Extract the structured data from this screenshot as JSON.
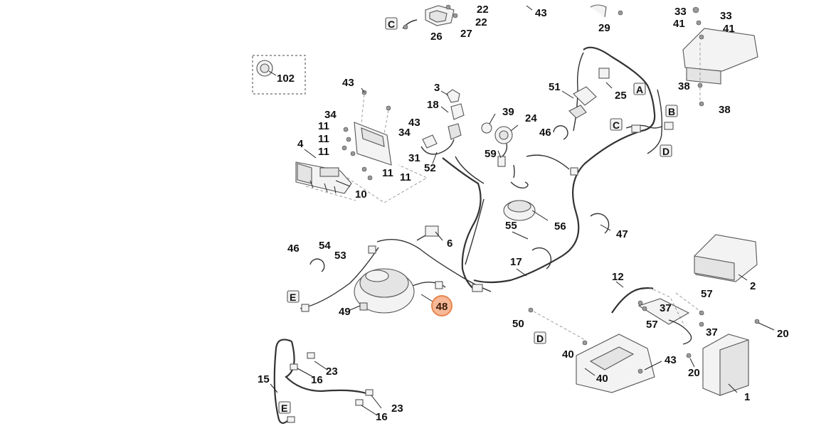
{
  "diagram": {
    "part_labels": [
      "102",
      "43",
      "3",
      "18",
      "39",
      "24",
      "51",
      "25",
      "46",
      "34",
      "43",
      "34",
      "11",
      "11",
      "11",
      "4",
      "31",
      "11",
      "11",
      "52",
      "59",
      "10",
      "56",
      "55",
      "47",
      "46",
      "54",
      "53",
      "6",
      "17",
      "12",
      "2",
      "37",
      "57",
      "57",
      "37",
      "20",
      "48",
      "49",
      "50",
      "40",
      "40",
      "43",
      "20",
      "1",
      "15",
      "23",
      "16",
      "23",
      "16",
      "38",
      "38",
      "33",
      "33",
      "41",
      "41",
      "22",
      "22",
      "26",
      "27",
      "43",
      "29"
    ],
    "highlighted_part": "48",
    "highlight_color": "#e8864e",
    "connector_refs": [
      "A",
      "B",
      "C",
      "C",
      "D",
      "D",
      "E",
      "E"
    ]
  }
}
